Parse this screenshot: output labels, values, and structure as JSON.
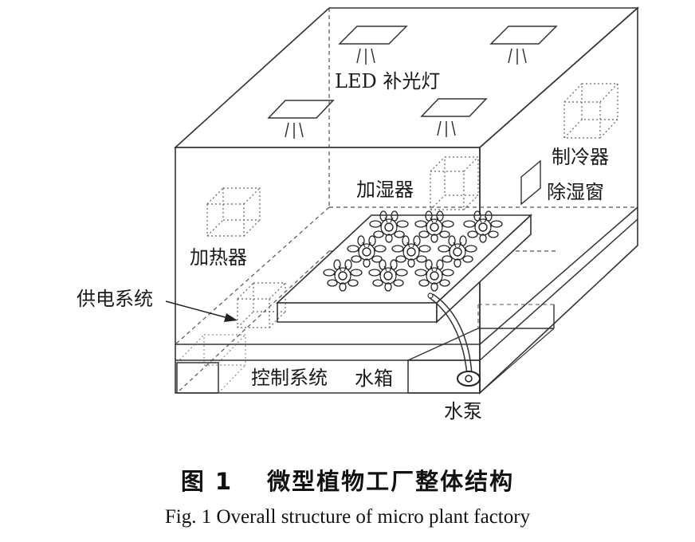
{
  "labels": {
    "led_light": "LED 补光灯",
    "refrigerator": "制冷器",
    "humidifier": "加湿器",
    "dehumidify_window": "除湿窗",
    "heater": "加热器",
    "power_system": "供电系统",
    "control_system": "控制系统",
    "water_tank": "水箱",
    "water_pump": "水泵"
  },
  "caption": {
    "cn": "图 1　 微型植物工厂整体结构",
    "en": "Fig. 1 Overall structure of micro plant factory"
  }
}
